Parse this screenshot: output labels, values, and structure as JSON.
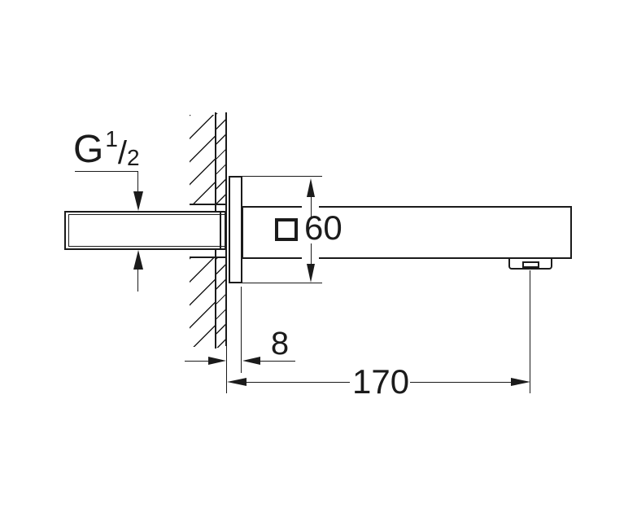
{
  "title": "wall-mounted-square-bath-spout-technical-drawing",
  "colors": {
    "line": "#1b1b1b",
    "background": "#ffffff"
  },
  "labels": {
    "thread": {
      "prefix": "G",
      "numerator": "1",
      "slash": "/",
      "denominator": "2"
    },
    "square_dim": {
      "symbol": "square-section-symbol",
      "value": "60"
    },
    "plate_depth": {
      "value": "8"
    },
    "spout_length": {
      "value": "170"
    }
  }
}
